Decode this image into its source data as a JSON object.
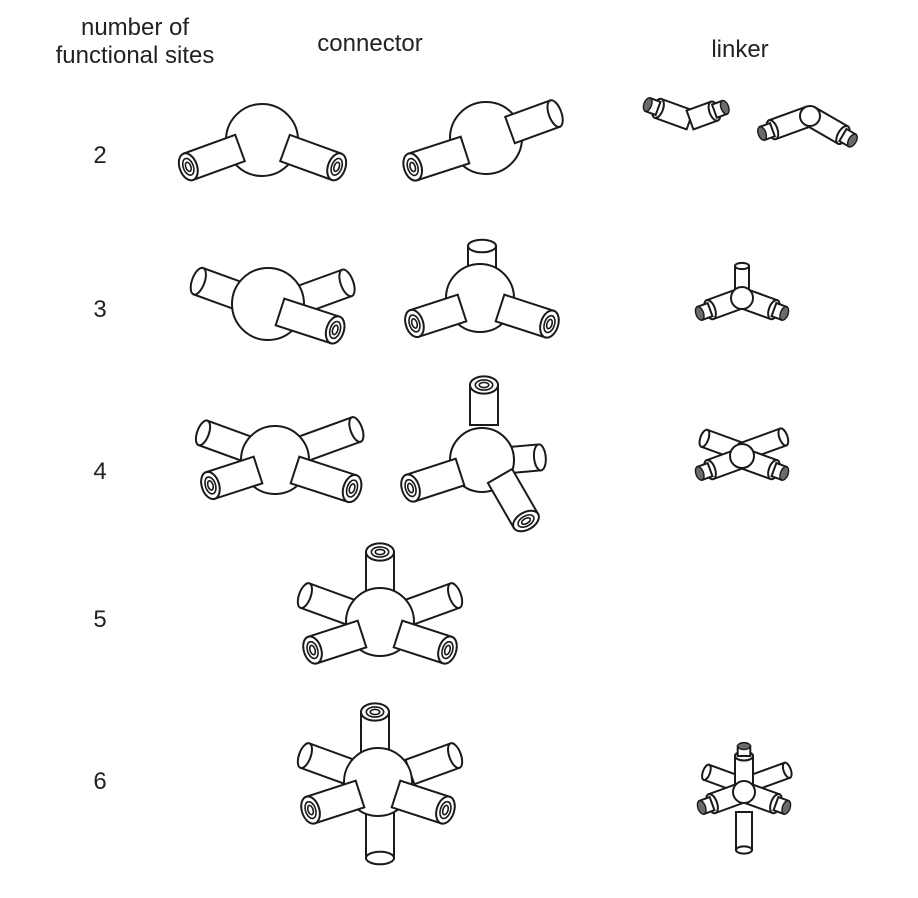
{
  "headers": {
    "sites_line1": "number of",
    "sites_line2": "functional sites",
    "connector": "connector",
    "linker": "linker"
  },
  "rows": [
    {
      "label": "2"
    },
    {
      "label": "3"
    },
    {
      "label": "4"
    },
    {
      "label": "5"
    },
    {
      "label": "6"
    }
  ]
}
